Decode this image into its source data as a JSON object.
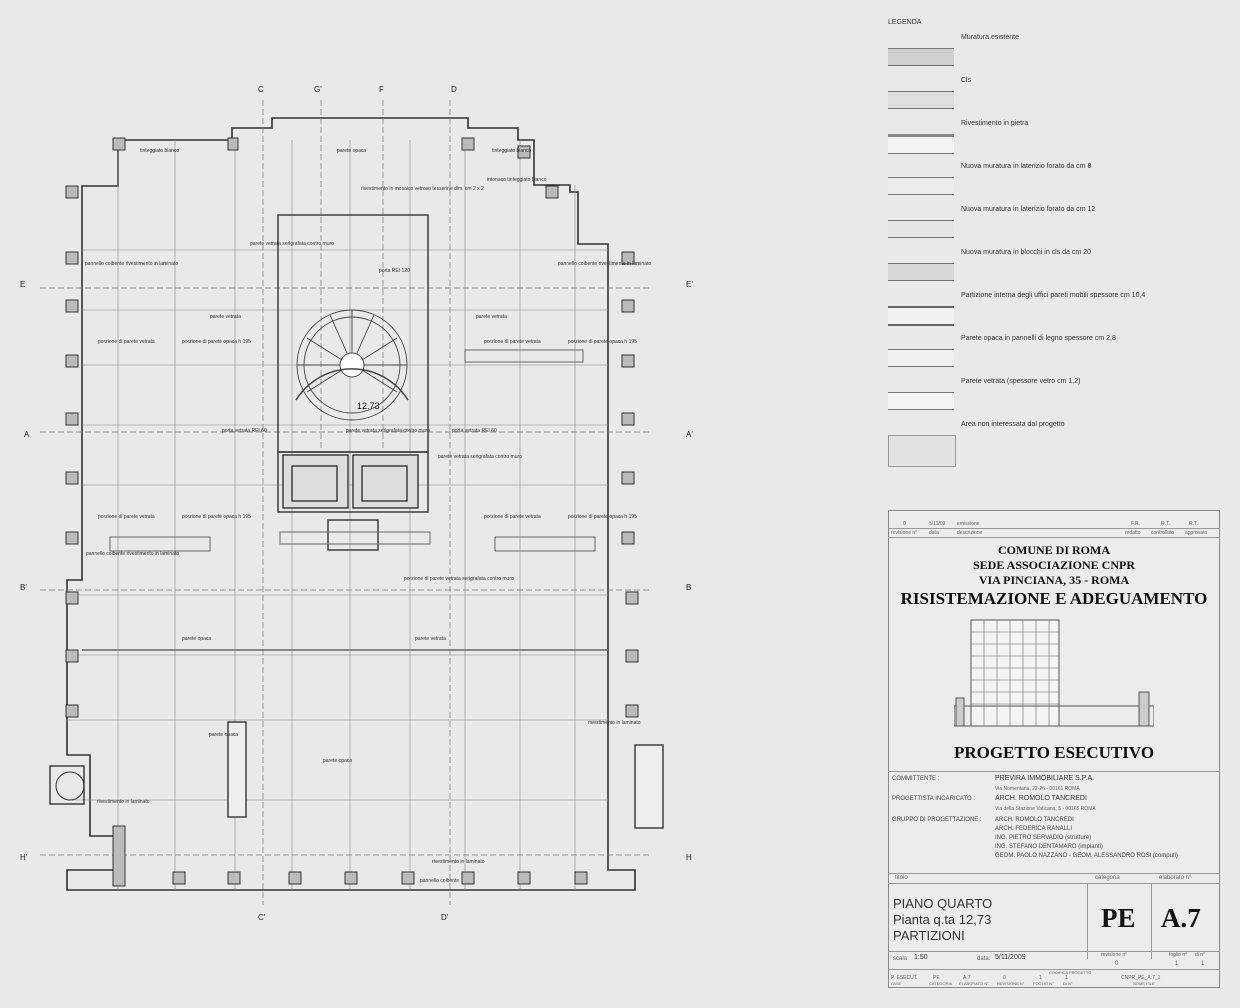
{
  "plan": {
    "section_markers": [
      "C",
      "G'",
      "F",
      "D",
      "E",
      "E'",
      "A",
      "A'",
      "B",
      "B'",
      "H",
      "H'",
      "C'",
      "D'"
    ],
    "elevation": "12.73",
    "labels": [
      "tinteggiato bianco",
      "parete opaca",
      "intonaco tinteggiato bianco",
      "rivestimento in mosaico vetroso tesserine dim. cm 2 x 2",
      "pannello coibente rivestimento in laminato",
      "parete vetrata serigrafata contro muro",
      "porta REI 120",
      "parete vetrata",
      "porzione di parete vetrata",
      "porzione di parete opaca h 195",
      "porta vetrata REI 60",
      "rivestimento in laminato",
      "pannello coibente",
      "porzione di parete vetrata serigrafata contro muro",
      "parete vetrata serigrafata contro muro"
    ]
  },
  "legend": {
    "title": "LEGENDA",
    "items": [
      {
        "label": "Muratura esistente",
        "color": "#cfcfcf"
      },
      {
        "label": "Cls",
        "color": "#dedede"
      },
      {
        "label": "Rivestimento in pietra",
        "color": "#9a9a9a"
      },
      {
        "label": "Nuova muratura in laterizio forato da cm 8",
        "color": "#ececec"
      },
      {
        "label": "Nuova muratura in laterizio forato da cm 12",
        "color": "#e6e6e6"
      },
      {
        "label": "Nuova muratura in blocchi in cls da cm 20",
        "color": "#d8d8d8"
      },
      {
        "label": "Partizione interna degli uffici pareti mobili spessore cm 10,4",
        "color": "#bdbdbd"
      },
      {
        "label": "Parete opaca in pannelli di legno spessore cm 2,8",
        "color": "#f0f0f0"
      },
      {
        "label": "Parete vetrata (spessore vetro cm 1,2)",
        "color": "#f4f4f4"
      },
      {
        "label": "Area non interessata dal progetto",
        "color": "#e2e2e2"
      }
    ]
  },
  "titleblock": {
    "revision_row": {
      "num": "0",
      "date": "5/11/09",
      "desc": "emissione",
      "red": "F.R.",
      "contr": "R.T.",
      "appr": "R.T."
    },
    "revision_headers": {
      "num": "revisione n°",
      "date": "data",
      "desc": "descrizione",
      "red": "redatto",
      "contr": "controllato",
      "appr": "approvato"
    },
    "h1": "COMUNE DI ROMA",
    "h2": "SEDE ASSOCIAZIONE CNPR",
    "h3": "VIA PINCIANA, 35 - ROMA",
    "h4": "RISISTEMAZIONE E ADEGUAMENTO",
    "h5": "PROGETTO ESECUTIVO",
    "committente_label": "COMMITTENTE :",
    "committente": "PREVIRA IMMOBILIARE S.P.A.",
    "committente_addr": "Via Nomentana, 22-26 - 00161 ROMA",
    "progettista_label": "PROGETTISTA INCARICATO :",
    "progettista": "ARCH. ROMOLO TANCREDI",
    "progettista_addr": "Via della Stazione Vaticana, 5 - 00165 ROMA",
    "gruppo_label": "GRUPPO DI PROGETTAZIONE :",
    "gruppo": [
      "ARCH. ROMOLO TANCREDI",
      "ARCH. FEDERICA RANALLI",
      "ING. PIETRO SERVADIO (strutture)",
      "ING. STEFANO DENTAMARO (impianti)",
      "GEOM. PAOLO NAZZANO - GEOM. ALESSANDRO ROSI (computi)"
    ],
    "titolo_label": "titolo",
    "categoria_label": "categoria",
    "elaborato_label": "elaborato n°",
    "title1": "PIANO QUARTO",
    "title2": "Pianta q.ta 12,73",
    "title3": "PARTIZIONI",
    "categoria": "PE",
    "elaborato": "A.7",
    "scala_label": "scala",
    "scala": "1:50",
    "data_label": "data:",
    "data": "5/11/2009",
    "revisione_label": "revisione n°",
    "revisione": "0",
    "foglio_label": "foglio n°",
    "foglio": "1",
    "di_label": "di n°",
    "di": "1",
    "codice_label": "CODIFICA PROGETTO",
    "code_cells": [
      "P. ESECUT.",
      "PE",
      "A.7",
      "0",
      "1",
      "1"
    ],
    "code_headers": [
      "FASE",
      "CATEGORIA",
      "ELABORATO N°",
      "REVISIONE N°",
      "FOGLIO N°",
      "DI N°"
    ],
    "code_file": "CNPR_PE_A.7_1",
    "code_file_label": "NOME FILE"
  }
}
